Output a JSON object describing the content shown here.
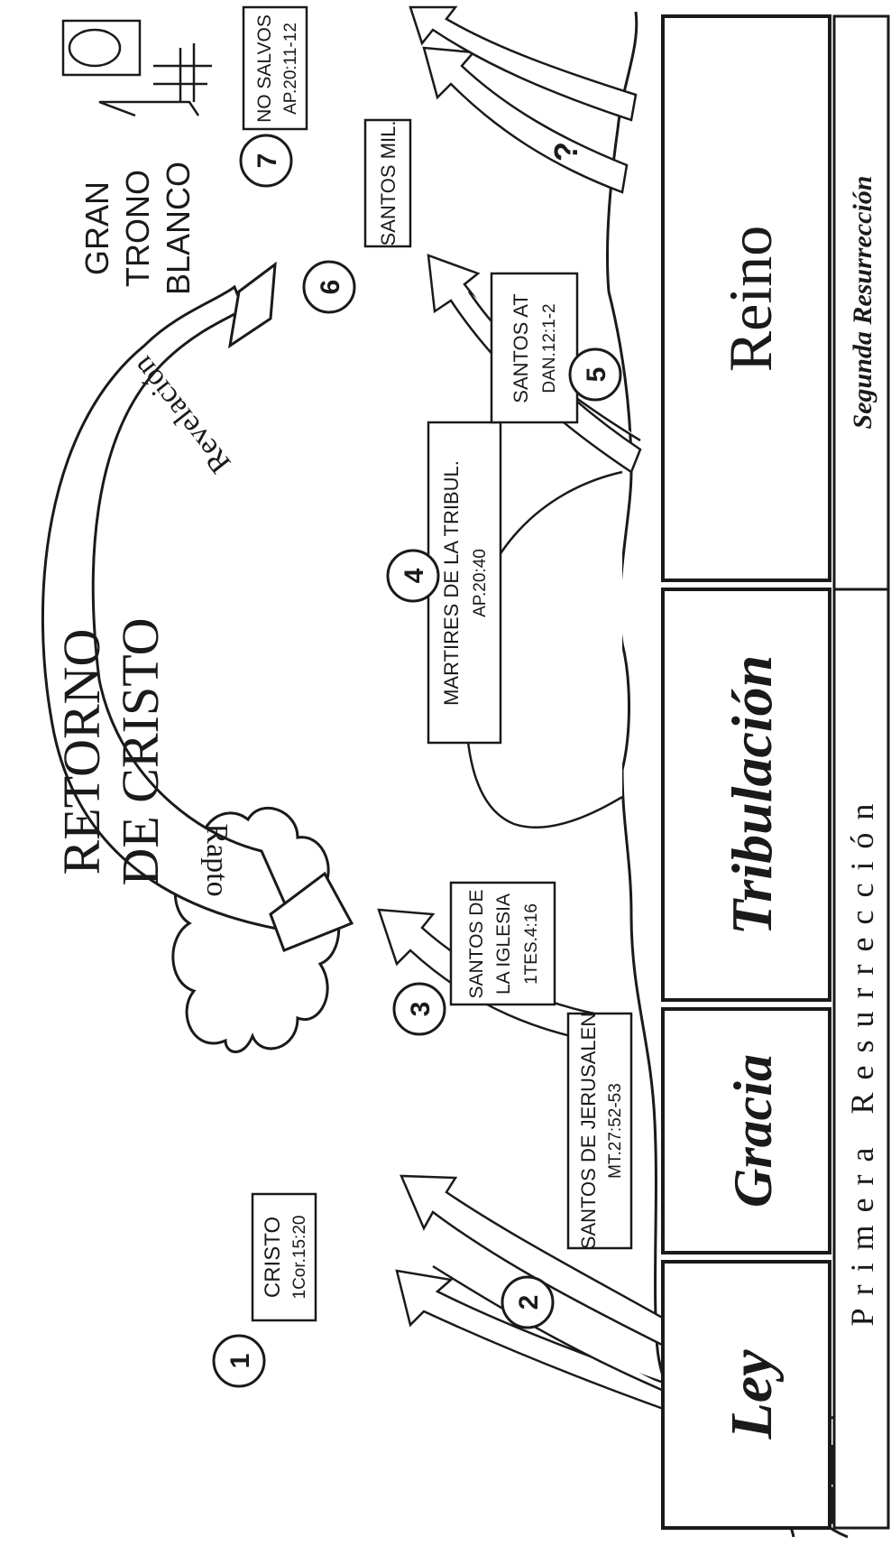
{
  "title": {
    "line1": "RETORNO",
    "line2": "DE CRISTO"
  },
  "arc_labels": {
    "left": "Rapto",
    "right": "Revelación"
  },
  "throne": {
    "line1": "GRAN",
    "line2": "TRONO",
    "line3": "BLANCO"
  },
  "stages": [
    {
      "number": "1",
      "line1": "CRISTO",
      "line2": "1Cor.15:20"
    },
    {
      "number": "2",
      "line1": "SANTOS DE JERUSALEN",
      "line2": "MT.27:52-53"
    },
    {
      "number": "3",
      "line1": "SANTOS DE",
      "line2": "LA IGLESIA",
      "line3": "1TES.4:16"
    },
    {
      "number": "4",
      "line1": "MARTIRES DE LA TRIBUL.",
      "line2": "AP.20:40"
    },
    {
      "number": "5",
      "line1": "SANTOS AT",
      "line2": "DAN.12:1-2"
    },
    {
      "number": "6",
      "line1": "SANTOS MIL."
    },
    {
      "number": "7",
      "line1": "NO SALVOS",
      "line2": "AP.20:11-12"
    }
  ],
  "question_mark": "?",
  "periods": [
    "Ley",
    "Gracia",
    "Tribulación",
    "Reino"
  ],
  "resurrections": {
    "first": "Primera Resurrección",
    "second": "Segunda Resurrección"
  },
  "colors": {
    "ink": "#1a1a1a",
    "paper": "#ffffff"
  }
}
